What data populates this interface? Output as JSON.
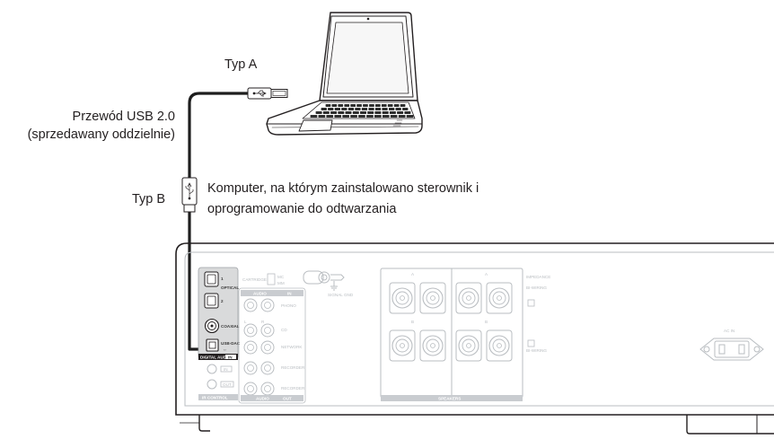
{
  "labels": {
    "typ_a": "Typ A",
    "cable_line1": "Przewód USB 2.0",
    "cable_line2": "(sprzedawany oddzielnie)",
    "typ_b": "Typ B",
    "computer_line1": "Komputer, na którym zainstalowano sterownik i",
    "computer_line2": "oprogramowanie do odtwarzania"
  },
  "panel": {
    "optical": "OPTICAL",
    "opt1": "1",
    "opt2": "2",
    "coaxial": "COAXIAL",
    "usb_dac": "USB-DAC",
    "digital_audio": "DIGITAL AUDIO",
    "in": "IN",
    "ir_in": "IN",
    "ir_out": "OUT",
    "ir_control": "IR CONTROL",
    "cartridge": "CARTRIDGE",
    "mc": "MC",
    "mm": "MM",
    "audio": "AUDIO",
    "audio_in": "IN",
    "audio_out": "OUT",
    "l": "L",
    "r": "R",
    "phono": "PHONO",
    "cd": "CD",
    "network": "NETWORK",
    "recorder": "RECORDER",
    "recorder_out": "RECORDER",
    "signal_gnd": "SIGNAL GND",
    "speakers": "SPEAKERS",
    "spk_a": "A",
    "spk_b": "B",
    "impedance": "IMPEDANCE",
    "bi_wiring": "BI-WIRING",
    "ac_in": "AC IN"
  },
  "colors": {
    "line": "#231f20",
    "panel_line": "#b9bdc1",
    "panel_fill": "#f5f6f7",
    "highlight": "#d9dadb",
    "cable": "#1e1e1e"
  },
  "icons": [
    "laptop-icon",
    "usb-a-plug-icon",
    "usb-b-plug-icon",
    "rear-panel-icon",
    "optical-jack-icon",
    "rca-jack-icon",
    "speaker-terminal-icon",
    "power-inlet-icon"
  ]
}
